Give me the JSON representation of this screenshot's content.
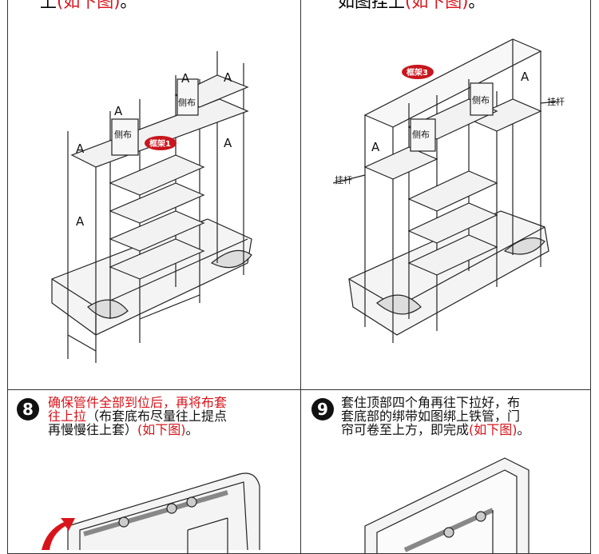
{
  "top_left": {
    "caption_prefix": "上",
    "caption_red": "(如下图)",
    "caption_suffix": "。",
    "labels": {
      "a": "A",
      "side_cloth": "侧布",
      "frame_badge": "框架1"
    }
  },
  "top_right": {
    "caption_prefix": "如图挂上",
    "caption_red": "(如下图)",
    "caption_suffix": "。",
    "labels": {
      "a": "A",
      "side_cloth": "侧布",
      "frame_badge": "框架3",
      "hanging_rod": "挂杆"
    }
  },
  "step8": {
    "number": "8",
    "line1_red": "确保管件全部到位后，再将布套",
    "line2_red": "往上拉",
    "line2_black": "（布套底布尽量往上提点",
    "line3_black": "再慢慢往上套）",
    "line3_red": "(如下图)",
    "line3_end": "。"
  },
  "step9": {
    "number": "9",
    "line1": "套住顶部四个角再往下拉好，布",
    "line2": "套底部的绑带如图绑上铁管，门",
    "line3_black": "帘可卷至上方，即完成",
    "line3_red": "(如下图)",
    "line3_end": "。"
  },
  "colors": {
    "red": "#d8141b",
    "badge": "#c8161d",
    "line": "#222222",
    "fabric": "#f2f2f2"
  }
}
